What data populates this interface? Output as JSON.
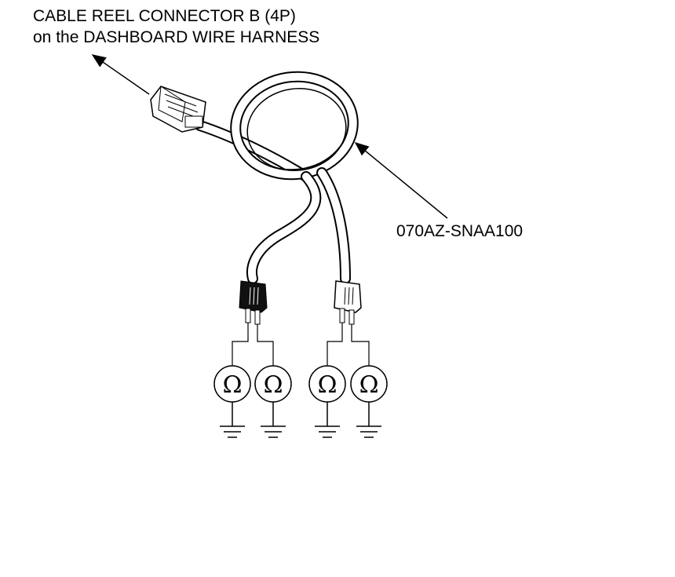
{
  "labels": {
    "connector_line1": "CABLE REEL CONNECTOR B (4P)",
    "connector_line2": "on the DASHBOARD WIRE HARNESS",
    "part_number": "070AZ-SNAA100"
  },
  "meters": {
    "symbol": "Ω",
    "count": 4
  },
  "icons": {
    "meter": "ohmmeter-icon",
    "ground": "ground-icon",
    "arrow": "leader-arrow-icon"
  },
  "colors": {
    "line": "#000000",
    "background": "#ffffff",
    "connector_black": "#111111"
  }
}
